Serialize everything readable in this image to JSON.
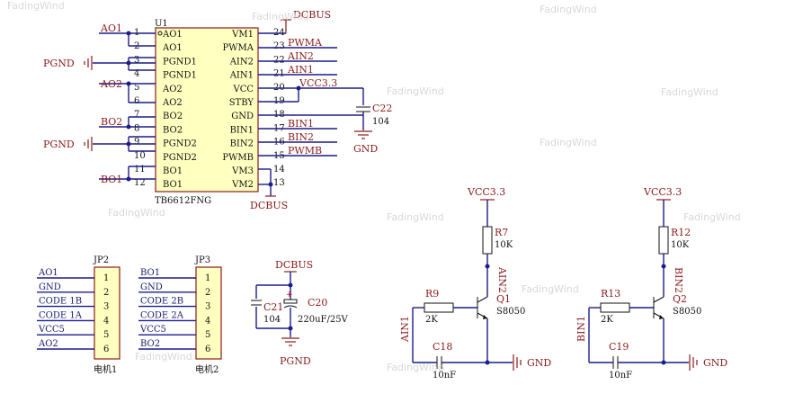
{
  "u1": {
    "ref": "U1",
    "part": "TB6612FNG",
    "left_pins": [
      {
        "num": "1",
        "name": "AO1"
      },
      {
        "num": "2",
        "name": "AO1"
      },
      {
        "num": "3",
        "name": "PGND1"
      },
      {
        "num": "4",
        "name": "PGND1"
      },
      {
        "num": "5",
        "name": "AO2"
      },
      {
        "num": "6",
        "name": "AO2"
      },
      {
        "num": "7",
        "name": "BO2"
      },
      {
        "num": "8",
        "name": "BO2"
      },
      {
        "num": "9",
        "name": "PGND2"
      },
      {
        "num": "10",
        "name": "PGND2"
      },
      {
        "num": "11",
        "name": "BO1"
      },
      {
        "num": "12",
        "name": "BO1"
      }
    ],
    "right_pins": [
      {
        "num": "24",
        "name": "VM1"
      },
      {
        "num": "23",
        "name": "PWMA"
      },
      {
        "num": "22",
        "name": "AIN2"
      },
      {
        "num": "21",
        "name": "AIN1"
      },
      {
        "num": "20",
        "name": "VCC"
      },
      {
        "num": "19",
        "name": "STBY"
      },
      {
        "num": "18",
        "name": "GND"
      },
      {
        "num": "17",
        "name": "BIN1"
      },
      {
        "num": "16",
        "name": "BIN2"
      },
      {
        "num": "15",
        "name": "PWMB"
      },
      {
        "num": "14",
        "name": "VM3"
      },
      {
        "num": "13",
        "name": "VM2"
      }
    ]
  },
  "nets": {
    "ao1": "AO1",
    "ao2": "AO2",
    "bo2": "BO2",
    "bo1": "BO1",
    "pgnd_a": "PGND",
    "pgnd_b": "PGND",
    "dcbus_top": "DCBUS",
    "dcbus_bottom": "DCBUS",
    "pwma": "PWMA",
    "ain2": "AIN2",
    "ain1": "AIN1",
    "vcc33": "VCC3.3",
    "bin1": "BIN1",
    "bin2": "BIN2",
    "pwmb": "PWMB",
    "gnd_c22": "GND"
  },
  "c22": {
    "ref": "C22",
    "value": "104"
  },
  "jp2": {
    "ref": "JP2",
    "caption": "电机1",
    "nets": [
      "AO1",
      "GND",
      "CODE 1B",
      "CODE 1A",
      "VCC5",
      "AO2"
    ],
    "pins": [
      "1",
      "2",
      "3",
      "4",
      "5",
      "6"
    ]
  },
  "jp3": {
    "ref": "JP3",
    "caption": "电机2",
    "nets": [
      "BO1",
      "GND",
      "CODE 2B",
      "CODE 2A",
      "VCC5",
      "BO2"
    ],
    "pins": [
      "1",
      "2",
      "3",
      "4",
      "5",
      "6"
    ]
  },
  "power_caps": {
    "dcbus": "DCBUS",
    "pgnd": "PGND",
    "c21": {
      "ref": "C21",
      "value": "104"
    },
    "c20": {
      "ref": "C20",
      "value": "220uF/25V"
    },
    "plus": "+"
  },
  "ch_a": {
    "vcc": "VCC3.3",
    "r_pull": {
      "ref": "R7",
      "value": "10K"
    },
    "collector_net": "AIN2",
    "r_base": {
      "ref": "R9",
      "value": "2K"
    },
    "q": {
      "ref": "Q1",
      "part": "S8050"
    },
    "input": "AIN1",
    "cap": {
      "ref": "C18",
      "value": "10nF"
    },
    "gnd": "GND"
  },
  "ch_b": {
    "vcc": "VCC3.3",
    "r_pull": {
      "ref": "R12",
      "value": "10K"
    },
    "collector_net": "BIN2",
    "r_base": {
      "ref": "R13",
      "value": "2K"
    },
    "q": {
      "ref": "Q2",
      "part": "S8050"
    },
    "input": "BIN1",
    "cap": {
      "ref": "C19",
      "value": "10nF"
    },
    "gnd": "GND"
  },
  "watermark": "FadingWind"
}
